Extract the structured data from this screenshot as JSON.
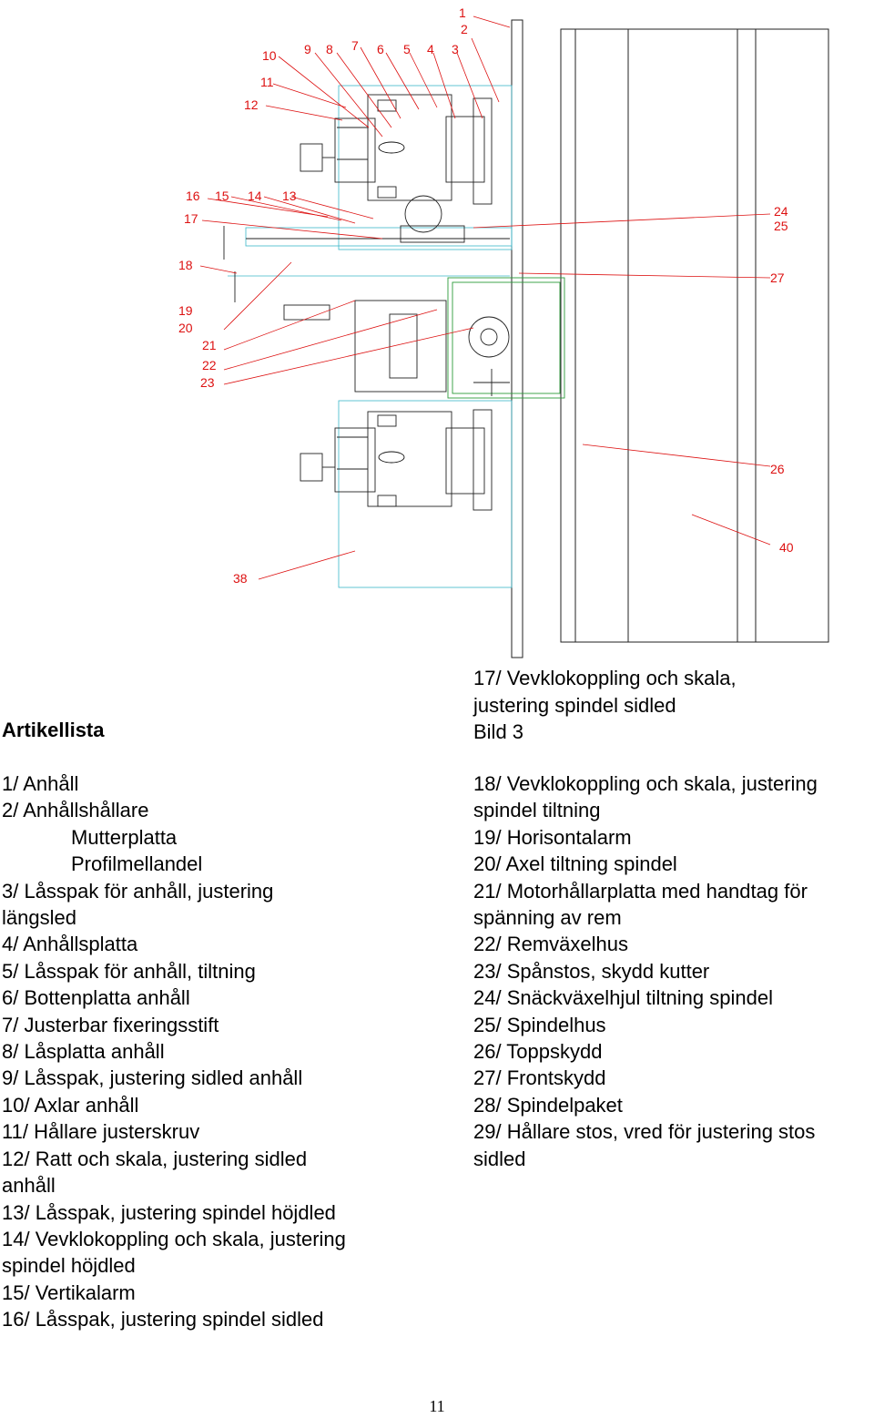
{
  "drawing": {
    "callouts": [
      "1",
      "2",
      "10",
      "9",
      "8",
      "7",
      "6",
      "5",
      "4",
      "3",
      "11",
      "12",
      "16",
      "15",
      "14",
      "13",
      "17",
      "24",
      "25",
      "18",
      "27",
      "19",
      "20",
      "21",
      "22",
      "23",
      "26",
      "40",
      "38"
    ]
  },
  "caption": {
    "line1": "17/  Vevklokoppling och skala,",
    "line2": "justering spindel sidled",
    "line3": "Bild 3"
  },
  "title": "Artikellista",
  "left_items": [
    "1/ Anhåll",
    "2/ Anhållshållare",
    "Mutterplatta",
    "Profilmellandel",
    "3/ Låsspak för anhåll, justering",
    "längsled",
    "4/ Anhållsplatta",
    "5/ Låsspak för anhåll, tiltning",
    "6/ Bottenplatta anhåll",
    "7/ Justerbar fixeringsstift",
    "8/ Låsplatta anhåll",
    "9/ Låsspak, justering sidled anhåll",
    "10/ Axlar anhåll",
    "11/ Hållare justerskruv",
    "12/ Ratt och skala, justering sidled",
    "anhåll",
    "13/ Låsspak, justering spindel höjdled",
    "14/ Vevklokoppling och skala, justering",
    "spindel höjdled",
    "15/ Vertikalarm",
    "16/ Låsspak, justering spindel sidled"
  ],
  "right_items": [
    "18/ Vevklokoppling och skala, justering",
    "spindel tiltning",
    "19/ Horisontalarm",
    "20/ Axel tiltning spindel",
    "21/ Motorhållarplatta med handtag för",
    "spänning av rem",
    "22/ Remväxelhus",
    "23/ Spånstos, skydd kutter",
    "24/ Snäckväxelhjul tiltning spindel",
    "25/ Spindelhus",
    "26/ Toppskydd",
    "27/ Frontskydd",
    "28/ Spindelpaket",
    "29/ Hållare stos, vred för justering stos",
    "sidled"
  ],
  "page_number": "11"
}
